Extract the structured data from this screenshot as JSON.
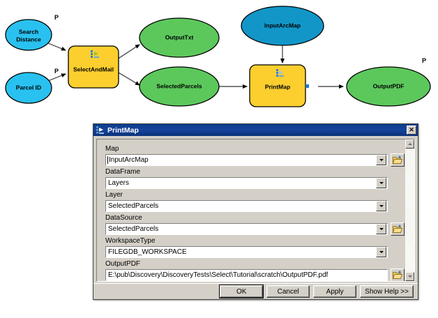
{
  "diagram": {
    "title": "PrintMap model diagram",
    "colors": {
      "variable_blue": "#29c1f0",
      "data_green": "#5cc85c",
      "tool_orange": "#fccf2f",
      "input_darkblue": "#1296c8",
      "outline": "#000000",
      "connector": "#555555"
    },
    "parameter_marker": "P",
    "nodes": [
      {
        "id": "search-distance",
        "label_line1": "Search",
        "label_line2": "Distance",
        "shape": "ellipse",
        "color": "variable_blue",
        "parameter": true
      },
      {
        "id": "parcel-id",
        "label_line1": "Parcel ID",
        "label_line2": "",
        "shape": "ellipse",
        "color": "variable_blue",
        "parameter": true
      },
      {
        "id": "select-and-mail",
        "label_line1": "SelectAndMail",
        "label_line2": "",
        "shape": "rounded-rect",
        "color": "tool_orange",
        "parameter": false
      },
      {
        "id": "output-txt",
        "label_line1": "OutputTxt",
        "label_line2": "",
        "shape": "ellipse",
        "color": "data_green",
        "parameter": false
      },
      {
        "id": "selected-parcels",
        "label_line1": "SelectedParcels",
        "label_line2": "",
        "shape": "ellipse",
        "color": "data_green",
        "parameter": false
      },
      {
        "id": "input-arcmap",
        "label_line1": "InputArcMap",
        "label_line2": "",
        "shape": "ellipse",
        "color": "input_darkblue",
        "parameter": false
      },
      {
        "id": "print-map",
        "label_line1": "PrintMap",
        "label_line2": "",
        "shape": "rounded-rect",
        "color": "tool_orange",
        "parameter": false
      },
      {
        "id": "output-pdf",
        "label_line1": "OutputPDF",
        "label_line2": "",
        "shape": "ellipse",
        "color": "data_green",
        "parameter": true
      }
    ],
    "edges": [
      {
        "from": "search-distance",
        "to": "select-and-mail"
      },
      {
        "from": "parcel-id",
        "to": "select-and-mail"
      },
      {
        "from": "select-and-mail",
        "to": "output-txt"
      },
      {
        "from": "select-and-mail",
        "to": "selected-parcels"
      },
      {
        "from": "selected-parcels",
        "to": "print-map"
      },
      {
        "from": "input-arcmap",
        "to": "print-map"
      },
      {
        "from": "print-map",
        "to": "output-pdf"
      }
    ]
  },
  "dialog": {
    "title": "PrintMap",
    "title_icon": "geoprocessing-tool-icon",
    "close_label": "✕",
    "fields": [
      {
        "label": "Map",
        "value": "InputArcMap",
        "name": "map",
        "has_dropdown": true,
        "has_browse": true,
        "caret": true
      },
      {
        "label": "DataFrame",
        "value": "Layers",
        "name": "dataframe",
        "has_dropdown": true,
        "has_browse": false,
        "caret": false
      },
      {
        "label": "Layer",
        "value": "SelectedParcels",
        "name": "layer",
        "has_dropdown": true,
        "has_browse": false,
        "caret": false
      },
      {
        "label": "DataSource",
        "value": "SelectedParcels",
        "name": "datasource",
        "has_dropdown": true,
        "has_browse": true,
        "caret": false
      },
      {
        "label": "WorkspaceType",
        "value": "FILEGDB_WORKSPACE",
        "name": "workspacetype",
        "has_dropdown": true,
        "has_browse": false,
        "caret": false
      },
      {
        "label": "OutputPDF",
        "value": "E:\\pub\\Discovery\\DiscoveryTests\\Select\\Tutorial\\scratch\\OutputPDF.pdf",
        "name": "outputpdf",
        "has_dropdown": false,
        "has_browse": true,
        "caret": false
      }
    ],
    "buttons": [
      {
        "label": "OK",
        "name": "ok-button",
        "default": true
      },
      {
        "label": "Cancel",
        "name": "cancel-button",
        "default": false
      },
      {
        "label": "Apply",
        "name": "apply-button",
        "default": false
      },
      {
        "label": "Show Help >>",
        "name": "show-help-button",
        "default": false
      }
    ],
    "scrollbar": {
      "up": "▲",
      "down": "▼"
    }
  }
}
